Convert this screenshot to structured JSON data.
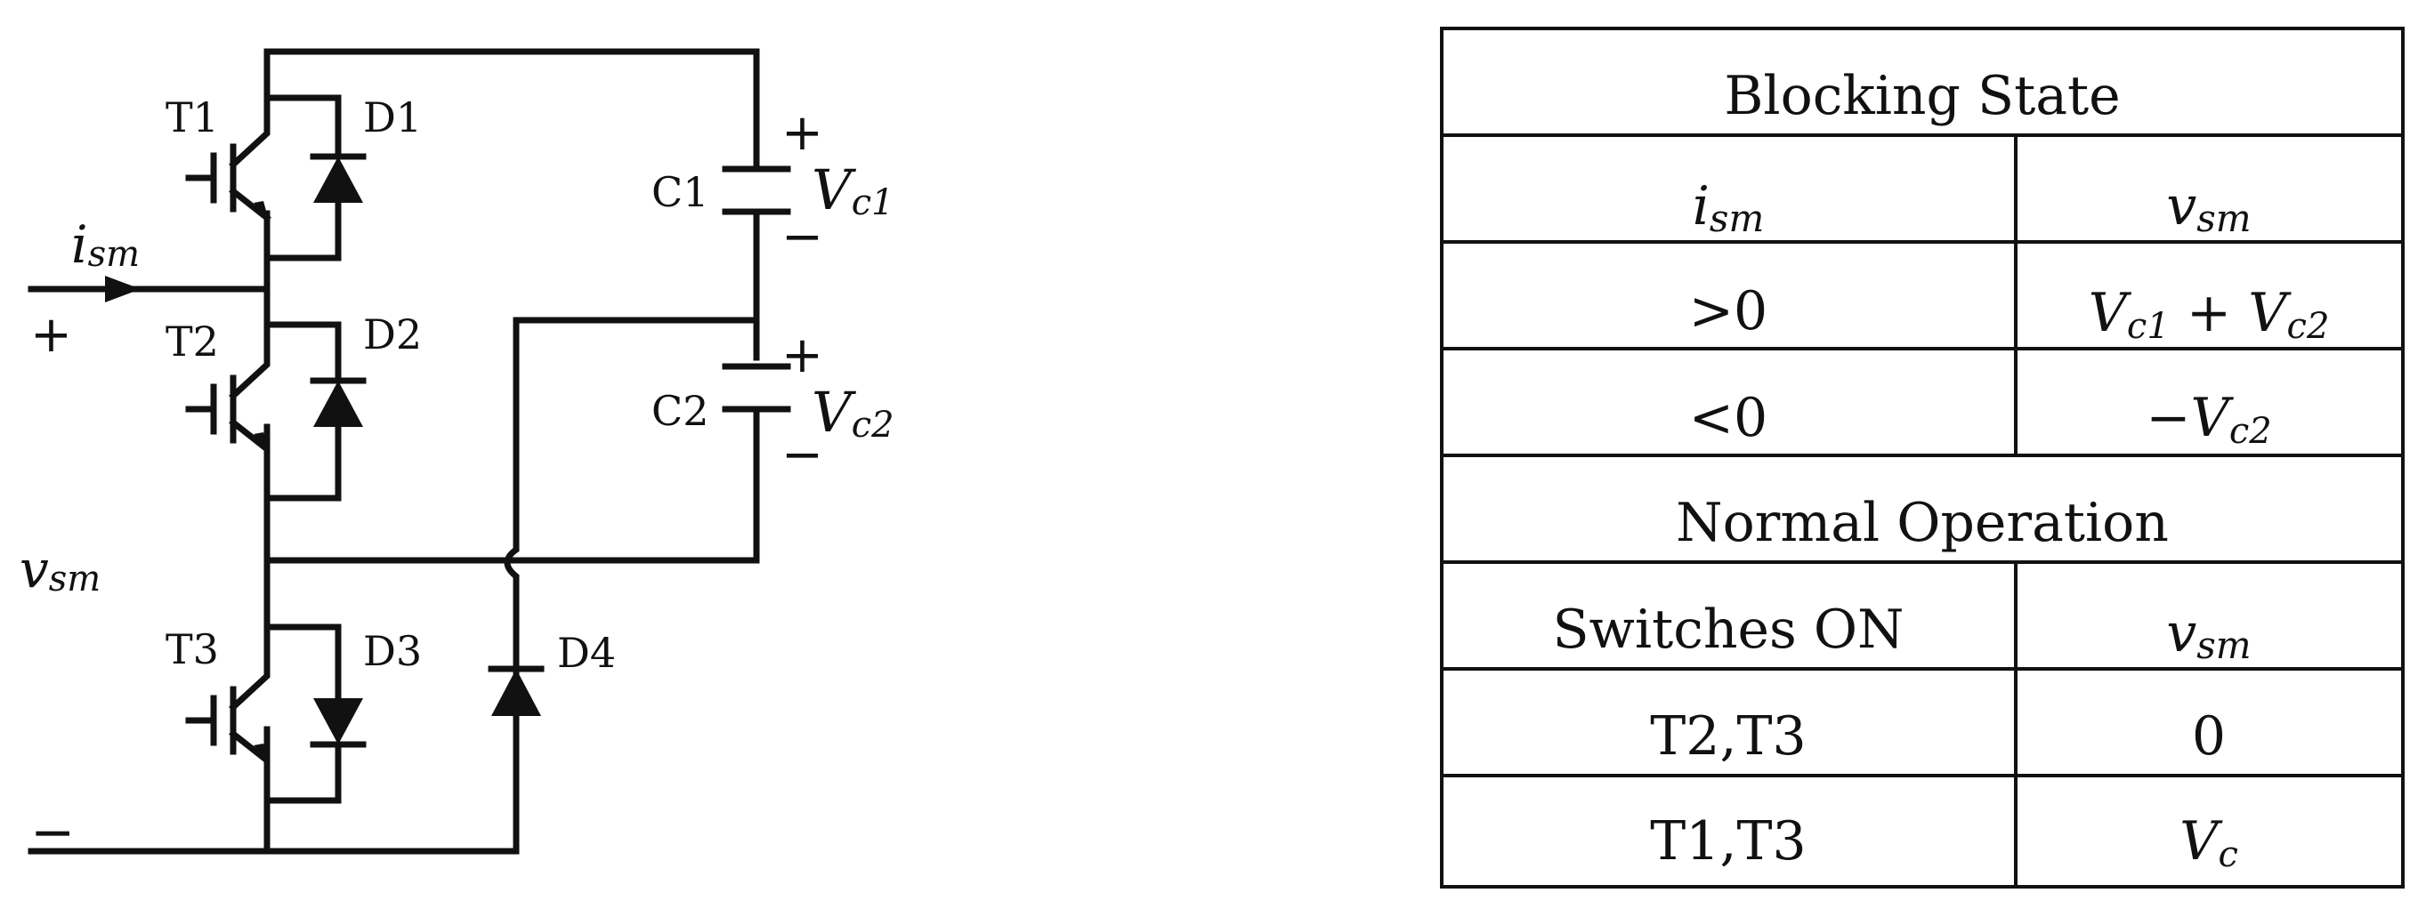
{
  "circuit": {
    "transistors": [
      "T1",
      "T2",
      "T3"
    ],
    "diodes": [
      "D1",
      "D2",
      "D3",
      "D4"
    ],
    "capacitors": [
      "C1",
      "C2"
    ],
    "cap_voltages": [
      {
        "main": "V",
        "sub": "c1"
      },
      {
        "main": "V",
        "sub": "c2"
      }
    ],
    "current_label": {
      "main": "i",
      "sub": "sm"
    },
    "voltage_label": {
      "main": "v",
      "sub": "sm"
    },
    "plus": "+",
    "minus": "−"
  },
  "table": {
    "blocking_title": "Blocking State",
    "blocking_headers": [
      {
        "main": "i",
        "sub": "sm"
      },
      {
        "main": "v",
        "sub": "sm"
      }
    ],
    "blocking_rows": [
      {
        "current": ">0",
        "voltage": "V_c1 + V_c2"
      },
      {
        "current": "<0",
        "voltage": "−V_c2"
      }
    ],
    "normal_title": "Normal Operation",
    "normal_headers": [
      {
        "text": "Switches ON"
      },
      {
        "main": "v",
        "sub": "sm"
      }
    ],
    "normal_rows": [
      {
        "switches": "T2,T3",
        "voltage": "0"
      },
      {
        "switches": "T1,T3",
        "voltage": "V_c"
      }
    ]
  }
}
